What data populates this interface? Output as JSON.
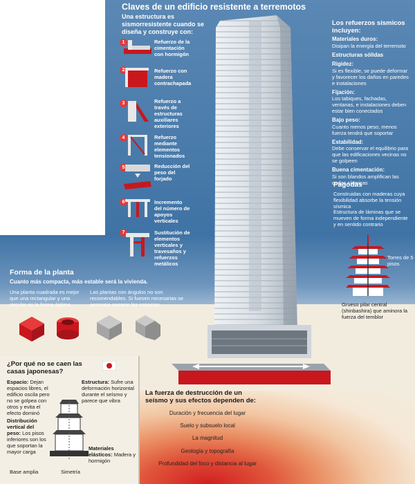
{
  "header": {
    "title": "Claves de un edificio resistente a terremotos",
    "intro": "Una estructura es sismorresistente cuando se diseña y construye con:"
  },
  "keys": [
    {
      "n": "1",
      "label": "Refuerzo de la cimentación con hormigón"
    },
    {
      "n": "2",
      "label": "Refuerzo con madera contrachapada"
    },
    {
      "n": "3",
      "label": "Refuerzo a través de estructuras auxiliares exteriores"
    },
    {
      "n": "4",
      "label": "Refuerzo mediante elementos tensionados"
    },
    {
      "n": "5",
      "label": "Reducción del peso del forjado"
    },
    {
      "n": "6",
      "label": "Incremento del número de apoyos verticales"
    },
    {
      "n": "7",
      "label": "Sustitución de elementos verticales y travesaños y refuerzos metálicos"
    }
  ],
  "reinforcements": {
    "title": "Los refuerzos sísmicos incluyen:",
    "items": [
      {
        "title": "Materiales duros:",
        "text": "Disipan la energía del terremoto"
      },
      {
        "title": "Estructuras sólidas",
        "text": ""
      },
      {
        "title": "Rigidez:",
        "text": "Si es flexible, se puede deformar y favorecer los daños en paredes e instalaciones"
      },
      {
        "title": "Fijación:",
        "text": "Los tabiques, fachadas, ventanas, e instalaciones deben estar bien conectados"
      },
      {
        "title": "Bajo peso:",
        "text": "Cuanto menos peso, menos fuerza tendrá que soportar"
      },
      {
        "title": "Estabilidad:",
        "text": "Debe conservar el equilibrio para que las edificaciones vecinas no se golpeen"
      },
      {
        "title": "Buena cimentación:",
        "text": "Si son blandos amplifican las ondas sísmicas"
      }
    ]
  },
  "pagodas": {
    "title": "Pagodas",
    "text1": "Construidas con maderas cuya flexibilidad absorbe la tensión sísmica",
    "text2": "Estructura de láminas que se mueven de forma independiente y en sentido contrario",
    "floors": "Torres de 5 pisos",
    "pillar": "Grueso pilar central (shinbashira) que aminora la fuerza del temblor"
  },
  "plan": {
    "title": "Forma de la planta",
    "subtitle": "Cuanto más compacta, más estable será la vivienda.",
    "good": "Una planta cuadrada es mejor que una rectangular y una circular es la forma óptima",
    "bad": "Las plantas con ángulos no son recomendables. Si fuesen necesarias se aconseja separar los espacios"
  },
  "japan": {
    "title": "¿Por qué no se caen las casas japonesas?",
    "espacio_title": "Espacio:",
    "espacio_text": "Dejan espacios libres, el edificio oscila pero no se golpea con otros y evita el efecto dominó",
    "estructura_title": "Estructura:",
    "estructura_text": "Sufre una deformación horizontal durante el seísmo y parece que vibra",
    "distribucion_title": "Distribución vertical del peso:",
    "distribucion_text": "Los pisos inferiores son los que soportan la mayor carga",
    "materiales_title": "Materiales elásticos:",
    "materiales_text": "Madera y hormigón",
    "base": "Base amplia",
    "simetria": "Simetría"
  },
  "quake": {
    "title": "La fuerza de destrucción de un seísmo y sus efectos dependen de:",
    "factors": [
      "Duración y frecuencia del lugar",
      "Suelo y subsuelo local",
      "La magnitud",
      "Geología y topografía",
      "Profundidad del foco y distancia al lugar"
    ]
  },
  "colors": {
    "sky": "#4a7bab",
    "accent": "#e23a3a",
    "ground": "#f2ecdf"
  }
}
